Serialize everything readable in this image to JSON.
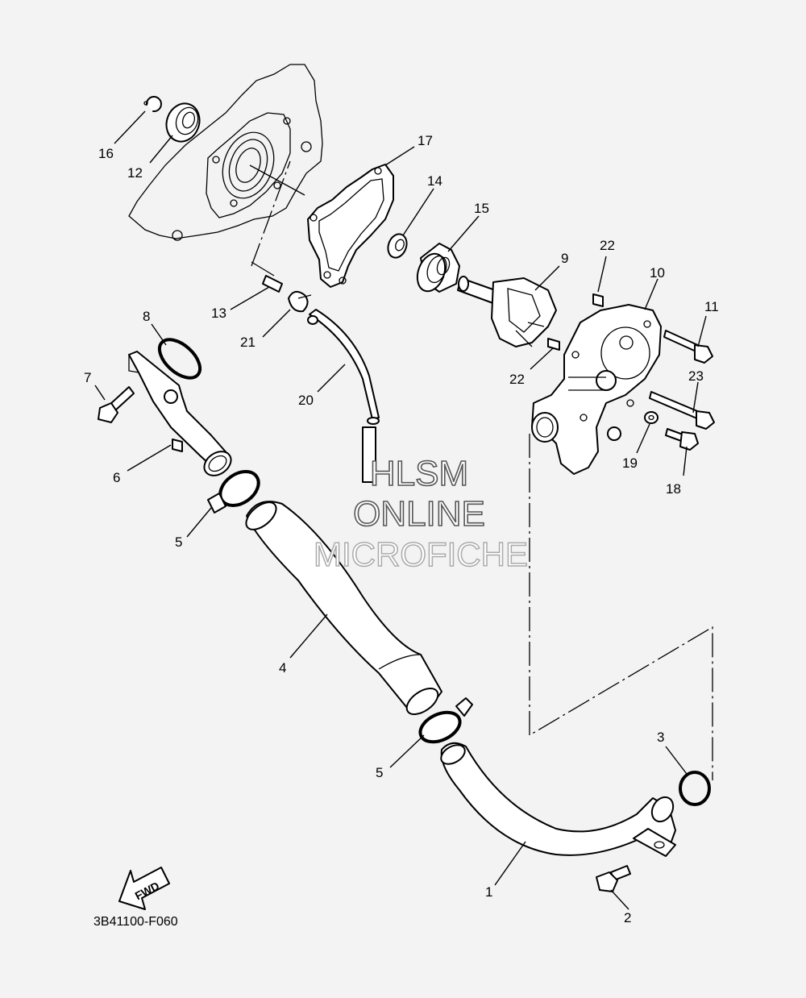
{
  "diagram_code": "3B41100-F060",
  "fwd_label": "FWD",
  "watermark": {
    "line1": "HLSM",
    "line2": "ONLINE",
    "line3": "MICROFICHE"
  },
  "callouts": {
    "c1": "1",
    "c2": "2",
    "c3": "3",
    "c4": "4",
    "c5a": "5",
    "c5b": "5",
    "c6": "6",
    "c7": "7",
    "c8": "8",
    "c9": "9",
    "c10": "10",
    "c11": "11",
    "c12": "12",
    "c13": "13",
    "c14": "14",
    "c15": "15",
    "c16": "16",
    "c17": "17",
    "c18": "18",
    "c19": "19",
    "c20": "20",
    "c21": "21",
    "c22a": "22",
    "c22b": "22",
    "c23": "23"
  },
  "colors": {
    "background": "#f3f3f3",
    "line": "#000000",
    "part_fill": "#ffffff"
  }
}
